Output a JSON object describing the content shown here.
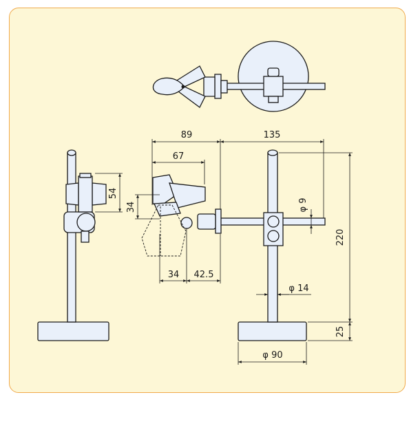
{
  "colors": {
    "panel_background": "#fdf7d6",
    "panel_border": "#f0a94a",
    "part_fill": "#e9f0fa",
    "line": "#1a1a1a"
  },
  "dimensions": {
    "d89": "89",
    "d135": "135",
    "d67": "67",
    "d54": "54",
    "d34_vertical": "34",
    "d34_horizontal": "34",
    "d42_5": "42.5",
    "phi9": "φ 9",
    "d220": "220",
    "phi14": "φ 14",
    "d25": "25",
    "phi90": "φ 90"
  }
}
